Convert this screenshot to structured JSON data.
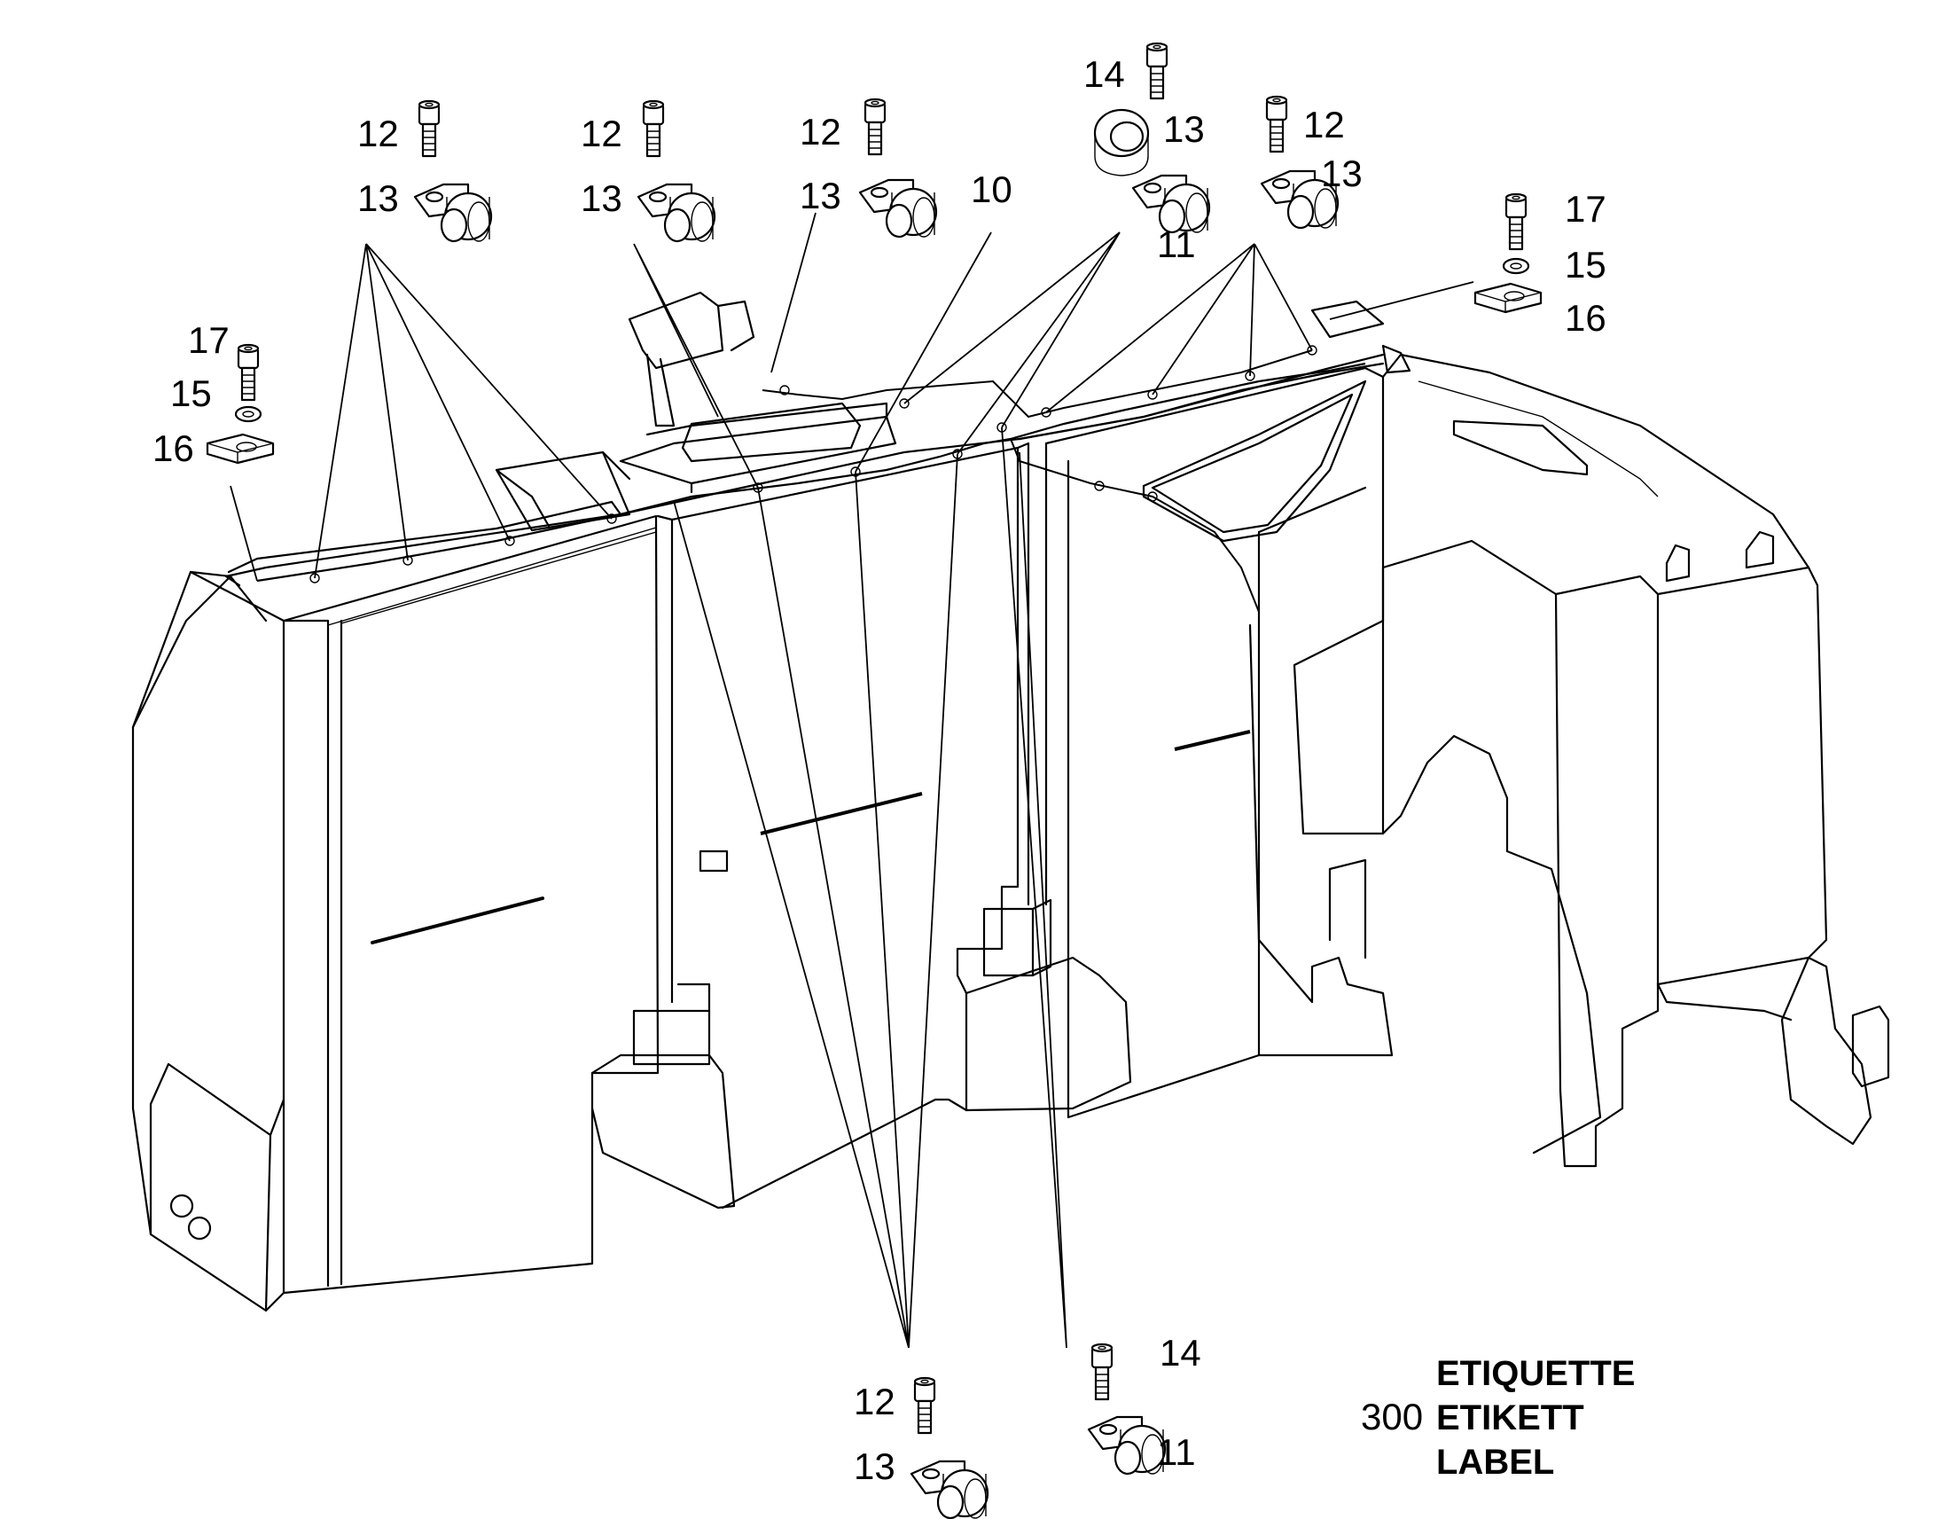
{
  "callouts": {
    "c10": "10",
    "c11": "11",
    "c12": "12",
    "c13": "13",
    "c14": "14",
    "c15": "15",
    "c16": "16",
    "c17": "17"
  },
  "label_block": {
    "number": "300",
    "lines": [
      "ETIQUETTE",
      "ETIKETT",
      "LABEL"
    ]
  },
  "icons": [
    "screw-icon",
    "clamp-icon",
    "washer-icon",
    "plate-icon",
    "grommet-icon"
  ]
}
